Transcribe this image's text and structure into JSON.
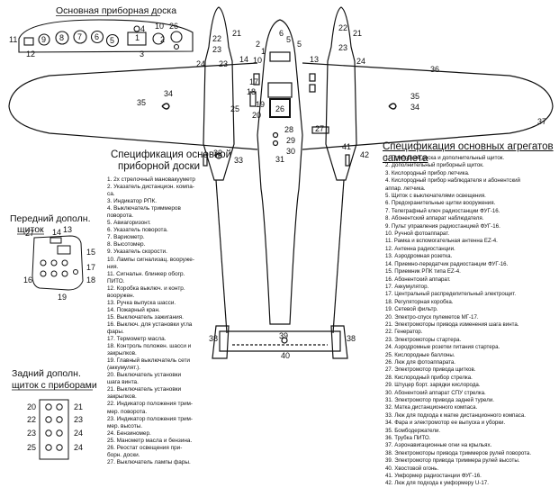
{
  "titles": {
    "main_panel": "Основная приборная доска",
    "front_panel_l1": "Передний дополн.",
    "front_panel_l2": "щиток",
    "rear_panel_l1": "Задний дополн.",
    "rear_panel_l2": "щиток с приборами",
    "left_spec_l1": "Спецификация основной",
    "left_spec_l2": "приборной доски",
    "right_spec": "Спецификация основных агрегатов самолета"
  },
  "main_panel_numbers": [
    "11",
    "12",
    "9",
    "8",
    "7",
    "6",
    "5",
    "4",
    "1",
    "2",
    "3",
    "10",
    "26"
  ],
  "front_panel_numbers": [
    "27",
    "14",
    "13",
    "15",
    "16",
    "17",
    "18",
    "19"
  ],
  "rear_panel_numbers": [
    "20",
    "22",
    "23",
    "25",
    "21",
    "23",
    "24",
    "24"
  ],
  "aircraft_numbers": [
    "22",
    "23",
    "21",
    "24",
    "23",
    "6",
    "2",
    "1",
    "5",
    "5",
    "10",
    "14",
    "13",
    "22",
    "21",
    "24",
    "23",
    "36",
    "35",
    "34",
    "35",
    "34",
    "37",
    "17",
    "18",
    "19",
    "20",
    "25",
    "26",
    "28",
    "29",
    "30",
    "31",
    "27",
    "32",
    "33",
    "41",
    "42",
    "38",
    "38",
    "39",
    "40"
  ],
  "left_spec": [
    "1. 2х стрелочный мановакууметр",
    "2. Указатель дистанцион. компа-",
    "са.",
    "3. Индикатор РПК.",
    "4. Выключатель триммеров",
    "поворота.",
    "5. Авиагоризонт.",
    "6. Указатель поворота.",
    "7. Вариометр.",
    "8. Высотомер.",
    "9. Указатель скорости.",
    "10. Лампы сигнализац. вооруже-",
    "ния.",
    "11. Сигнальн. блинкер обогр.",
    "ПИТО.",
    "12. Коробка выключ. и контр.",
    "вооружен.",
    "13. Ручка выпуска шасси.",
    "14. Пожарный кран.",
    "15. Выключатель зажигания.",
    "16. Выключ. для установки угла",
    "фары.",
    "17. Термометр масла.",
    "18. Контроль положен. шасси и",
    "закрылков.",
    "19. Главный выключатель сети",
    "(аккумулят.).",
    "20. Выключатель установки",
    "шага винта.",
    "21. Выключатель установки",
    "закрылков.",
    "22. Индикатор положения трим-",
    "мер. поворота.",
    "23. Индикатор положения трим-",
    "мер. высоты.",
    "24. Бензиномер.",
    "25. Манометр масла и бензина.",
    "26. Реостат освещения при-",
    "борн. доски.",
    "27. Выключатель лампы фары."
  ],
  "right_spec": [
    "1. Приборная доска и дополнительный щиток.",
    "2. Дополнительный приборный щиток.",
    "3. Кислородный прибор летчика.",
    "4. Кислородный прибор наблюдателя и абонентский",
    "аппар. летчика.",
    "5. Щиток с выключателями освещения.",
    "6. Предохранительные щитки вооружения.",
    "7. Телеграфный ключ радиостанции ФУГ-16.",
    "8. Абонентский аппарат наблюдателя.",
    "9. Пульт управления радиостанцией ФУГ-16.",
    "10. Ручной фотоаппарат.",
    "11. Рамка и вспомогательная антенна EZ-4.",
    "12. Антенна радиостанции.",
    "13. Аэродромная розетка.",
    "14. Приемно-передатчик радиостанции ФУГ-16.",
    "15. Приемник РПК типа EZ-4.",
    "16. Абонентский аппарат.",
    "17. Аккумулятор.",
    "17. Центральный распределительный электрощит.",
    "18. Регуляторная коробка.",
    "19. Сетевой фильтр.",
    "20. Электро-спуск пулеметов МГ-17.",
    "21. Электромоторы привода изменения шага винта.",
    "22. Генератор.",
    "23. Электромоторы стартера.",
    "24. Аэродромные розетки питания стартера.",
    "25. Кислородные баллоны.",
    "26. Люк для фотоаппарата.",
    "27. Электромотор привода щитков.",
    "28. Кислородный прибор стрелка.",
    "29. Штуцер борт. зарядки кислорода.",
    "30. Абонентский аппарат СПУ стрелка.",
    "31. Электромотор привода задней турели.",
    "32. Матка дистанционного компаса.",
    "33. Люк для подхода к матке дистанционного компаса.",
    "34. Фара и электромотор ее выпуска и уборки.",
    "35. Бомбодержатели.",
    "36. Трубка ПИТО.",
    "37. Аэронавигационные огни на крыльях.",
    "38. Электромоторы привода триммеров рулей поворота.",
    "39. Электромотор привода триммера рулей высоты.",
    "40. Хвостовой огонь.",
    "41. Умформер радиостанции ФУГ-16.",
    "42. Люк для подхода к умформеру U-17."
  ],
  "colors": {
    "ink": "#111111",
    "background": "#ffffff"
  }
}
